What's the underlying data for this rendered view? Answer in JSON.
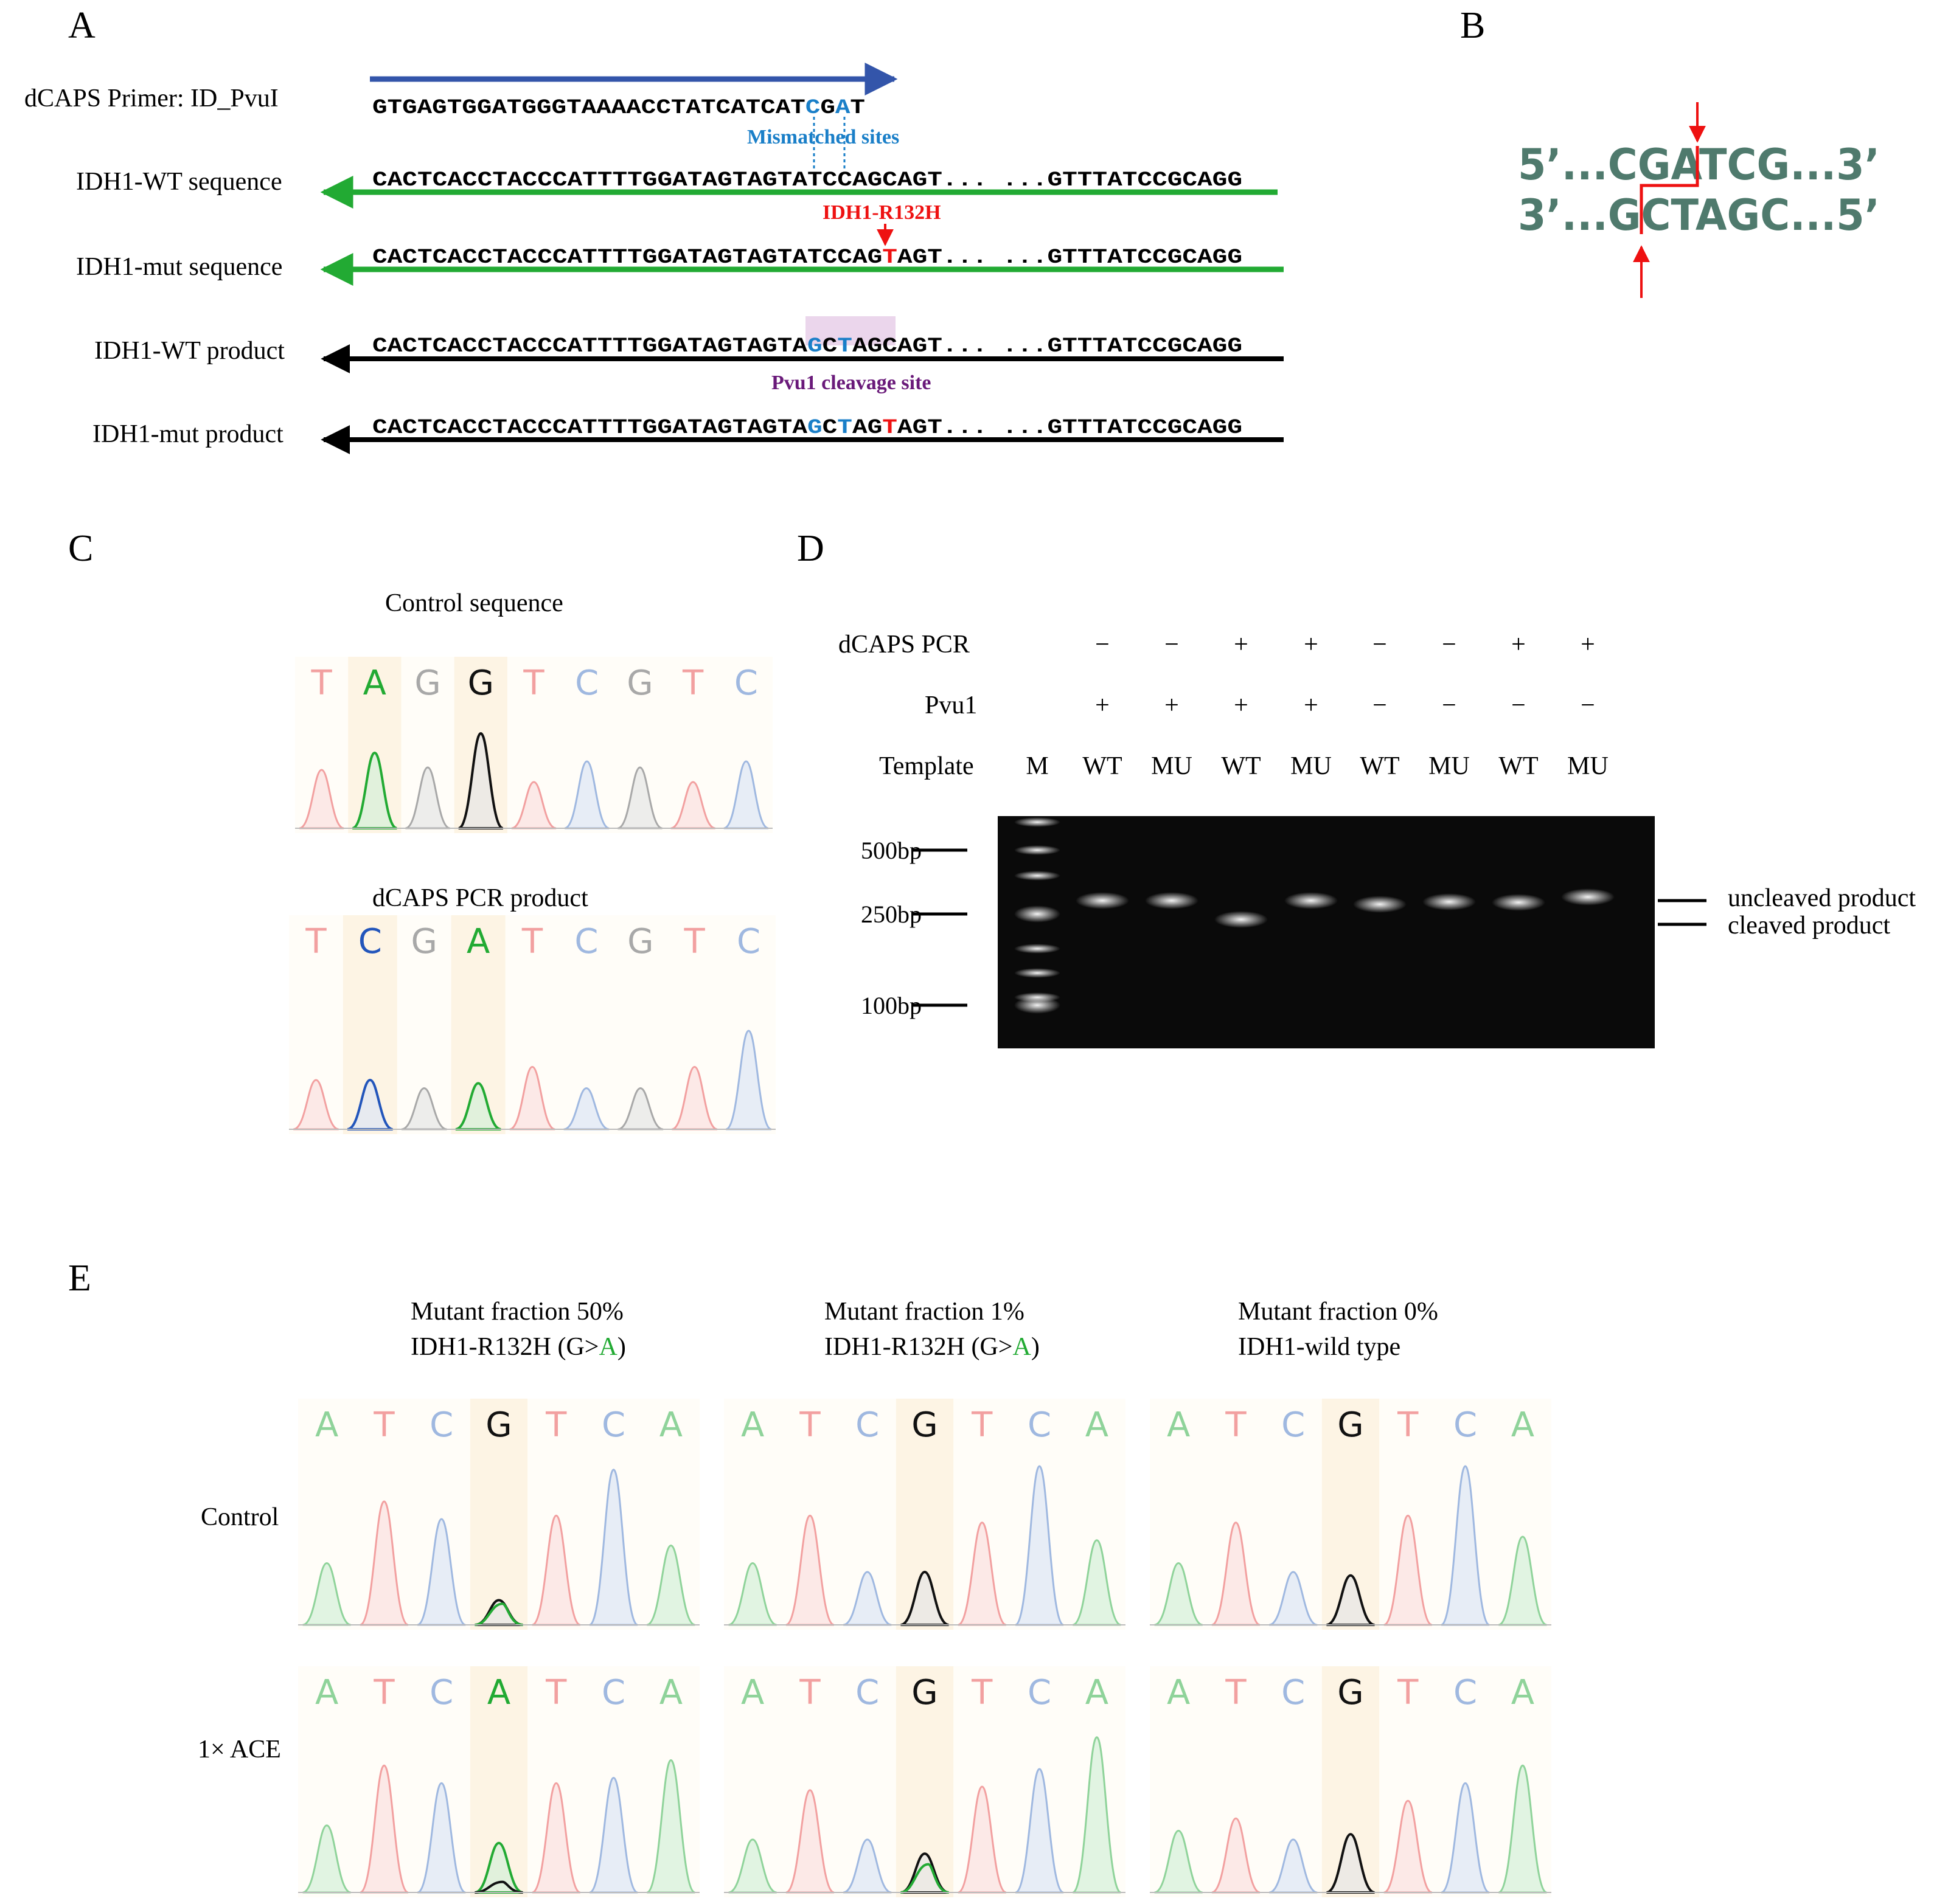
{
  "panels": {
    "a": {
      "label": "A",
      "primer_label": "dCAPS Primer: ID_PvuI",
      "primer_seq": "GTGAGTGGATGGGTAAAACCTATCATCAT",
      "primer_mm1": "C",
      "primer_mid": "G",
      "primer_mm2": "A",
      "primer_end": "T",
      "mismatch_label": "Mismatched sites",
      "rows": [
        {
          "label": "IDH1-WT sequence",
          "seq": "CACTCACCTACCCATTTTGGATAGTAGTATCCAGCAGT...  ...GTTTATCCGCAGG",
          "arrow_color": "#22aa33"
        },
        {
          "label": "IDH1-mut sequence",
          "seq_a": "CACTCACCTACCCATTTTGGATAGTAGTATCCAG",
          "seq_mut": "T",
          "seq_b": "AGT...  ...GTTTATCCGCAGG",
          "arrow_color": "#22aa33"
        },
        {
          "label": "IDH1-WT product",
          "seq_a": "CACTCACCTACCCATTTTGGATAGTAGTA",
          "seq_b1": "G",
          "seq_c1": "C",
          "seq_b2": "T",
          "seq_c2": "AGCAGT...  ...GTTTATCCGCAGG",
          "arrow_color": "#000000"
        },
        {
          "label": "IDH1-mut product",
          "seq_a": "CACTCACCTACCCATTTTGGATAGTAGTA",
          "seq_b1": "G",
          "seq_c1": "C",
          "seq_b2": "T",
          "seq_c2": "AG",
          "seq_mut": "T",
          "seq_d": "AGT...  ...GTTTATCCGCAGG",
          "arrow_color": "#000000"
        }
      ],
      "mutation_label": "IDH1-R132H",
      "cleavage_label": "Pvu1 cleavage site"
    },
    "b": {
      "label": "B",
      "top_strand": "5’...CGATCG...3’",
      "bottom_strand": "3’...GCTAGC...5’"
    },
    "c": {
      "label": "C",
      "control_title": "Control sequence",
      "control_bases": [
        "T",
        "A",
        "G",
        "G",
        "T",
        "C",
        "G",
        "T",
        "C"
      ],
      "dcaps_title": "dCAPS PCR product",
      "dcaps_bases": [
        "T",
        "C",
        "G",
        "A",
        "T",
        "C",
        "G",
        "T",
        "C"
      ]
    },
    "d": {
      "label": "D",
      "row_labels": [
        "dCAPS PCR",
        "Pvu1",
        "Template"
      ],
      "dcaps_pcr": [
        "−",
        "−",
        "+",
        "+",
        "−",
        "−",
        "+",
        "+"
      ],
      "pvu1": [
        "+",
        "+",
        "+",
        "+",
        "−",
        "−",
        "−",
        "−"
      ],
      "template": [
        "M",
        "WT",
        "MU",
        "WT",
        "MU",
        "WT",
        "MU",
        "WT",
        "MU"
      ],
      "size_markers": [
        "500bp",
        "250bp",
        "100bp"
      ],
      "band_labels": [
        "uncleaved product",
        "cleaved product"
      ]
    },
    "e": {
      "label": "E",
      "columns": [
        {
          "line1": "Mutant fraction 50%",
          "line2_a": "IDH1-R132H (G>",
          "line2_b": "A",
          "line2_c": ")"
        },
        {
          "line1": "Mutant fraction 1%",
          "line2_a": "IDH1-R132H (G>",
          "line2_b": "A",
          "line2_c": ")"
        },
        {
          "line1": "Mutant fraction 0%",
          "line2_a": "IDH1-wild type",
          "line2_b": "",
          "line2_c": ""
        }
      ],
      "rows": [
        "Control",
        "1× ACE"
      ],
      "bases": [
        [
          [
            "A",
            "T",
            "C",
            "G",
            "T",
            "C",
            "A"
          ],
          [
            "A",
            "T",
            "C",
            "G",
            "T",
            "C",
            "A"
          ],
          [
            "A",
            "T",
            "C",
            "G",
            "T",
            "C",
            "A"
          ]
        ],
        [
          [
            "A",
            "T",
            "C",
            "A",
            "T",
            "C",
            "A"
          ],
          [
            "A",
            "T",
            "C",
            "G",
            "T",
            "C",
            "A"
          ],
          [
            "A",
            "T",
            "C",
            "G",
            "T",
            "C",
            "A"
          ]
        ]
      ]
    }
  },
  "colors": {
    "A": "#22aa33",
    "C": "#2255bb",
    "G": "#111111",
    "T": "#ee4444",
    "mutation_red": "#ee1111",
    "mismatch_blue": "#1a7fc8",
    "cleavage_purple": "#6a1a7a",
    "primer_arrow": "#3355aa",
    "seq_arrow": "#22aa33",
    "teal_text": "#4f7a6d"
  }
}
